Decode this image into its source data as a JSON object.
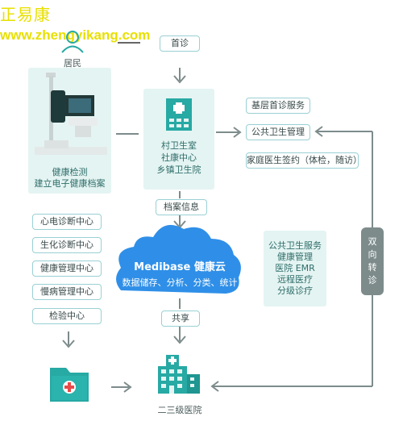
{
  "watermark": {
    "cn": "正易康",
    "url": "www.zhengyikang.com"
  },
  "resident": {
    "label": "居民"
  },
  "first_visit": {
    "label": "首诊"
  },
  "health_station": {
    "line1": "健康检测",
    "line2": "建立电子健康档案"
  },
  "village_clinic": {
    "line1": "村卫生室",
    "line2": "社康中心",
    "line3": "乡镇卫生院"
  },
  "record_info": {
    "label": "档案信息"
  },
  "services": [
    "基层首诊服务",
    "公共卫生管理",
    "家庭医生签约（体检，随访）"
  ],
  "centers": [
    "心电诊断中心",
    "生化诊断中心",
    "健康管理中心",
    "慢病管理中心",
    "检验中心"
  ],
  "cloud": {
    "title": "Medibase 健康云",
    "subtitle": "数据储存、分析、分类、统计"
  },
  "public_list": [
    "公共卫生服务",
    "健康管理",
    "医院 EMR",
    "远程医疗",
    "分级诊疗"
  ],
  "share": {
    "label": "共享"
  },
  "referral": {
    "line1": "双",
    "line2": "向",
    "line3": "转",
    "line4": "诊"
  },
  "hospital": {
    "label": "二三级医院"
  },
  "colors": {
    "teal": "#27a9a4",
    "mint": "#e4f4f2",
    "blue": "#2f8fe8",
    "gray": "#7d8b8b",
    "yellow": "#e8e000"
  }
}
